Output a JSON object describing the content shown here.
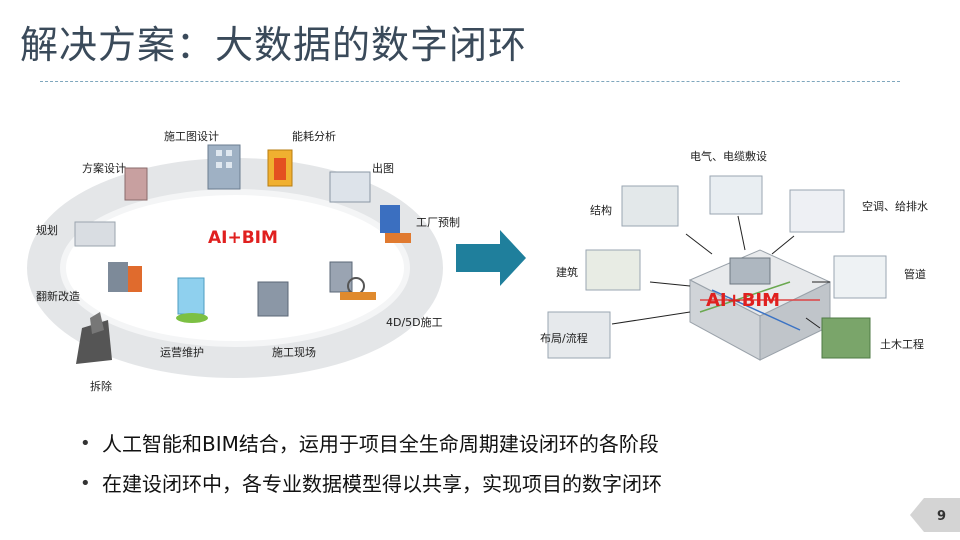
{
  "title": "解决方案：大数据的数字闭环",
  "left_diagram": {
    "center_label": "AI+BIM",
    "stages": {
      "drawing": "施工图设计",
      "energy": "能耗分析",
      "output": "出图",
      "scheme": "方案设计",
      "prefab": "工厂预制",
      "planning": "规划",
      "renovation": "翻新改造",
      "construction_4d5d": "4D/5D施工",
      "demolition": "拆除",
      "operations": "运营维护",
      "site": "施工现场"
    }
  },
  "right_diagram": {
    "center_label": "AI+BIM",
    "disciplines": {
      "electrical": "电气、电缆敷设",
      "structure": "结构",
      "hvac": "空调、给排水",
      "architecture": "建筑",
      "piping": "管道",
      "layout": "布局/流程",
      "civil": "土木工程"
    }
  },
  "bullets": [
    "人工智能和BIM结合，运用于项目全生命周期建设闭环的各阶段",
    "在建设闭环中，各专业数据模型得以共享，实现项目的数字闭环"
  ],
  "bullet_glyph": "•",
  "page_number": "9",
  "colors": {
    "accent_red": "#e0201f",
    "arrow": "#1f7f9c",
    "title": "#3a4a5a"
  }
}
